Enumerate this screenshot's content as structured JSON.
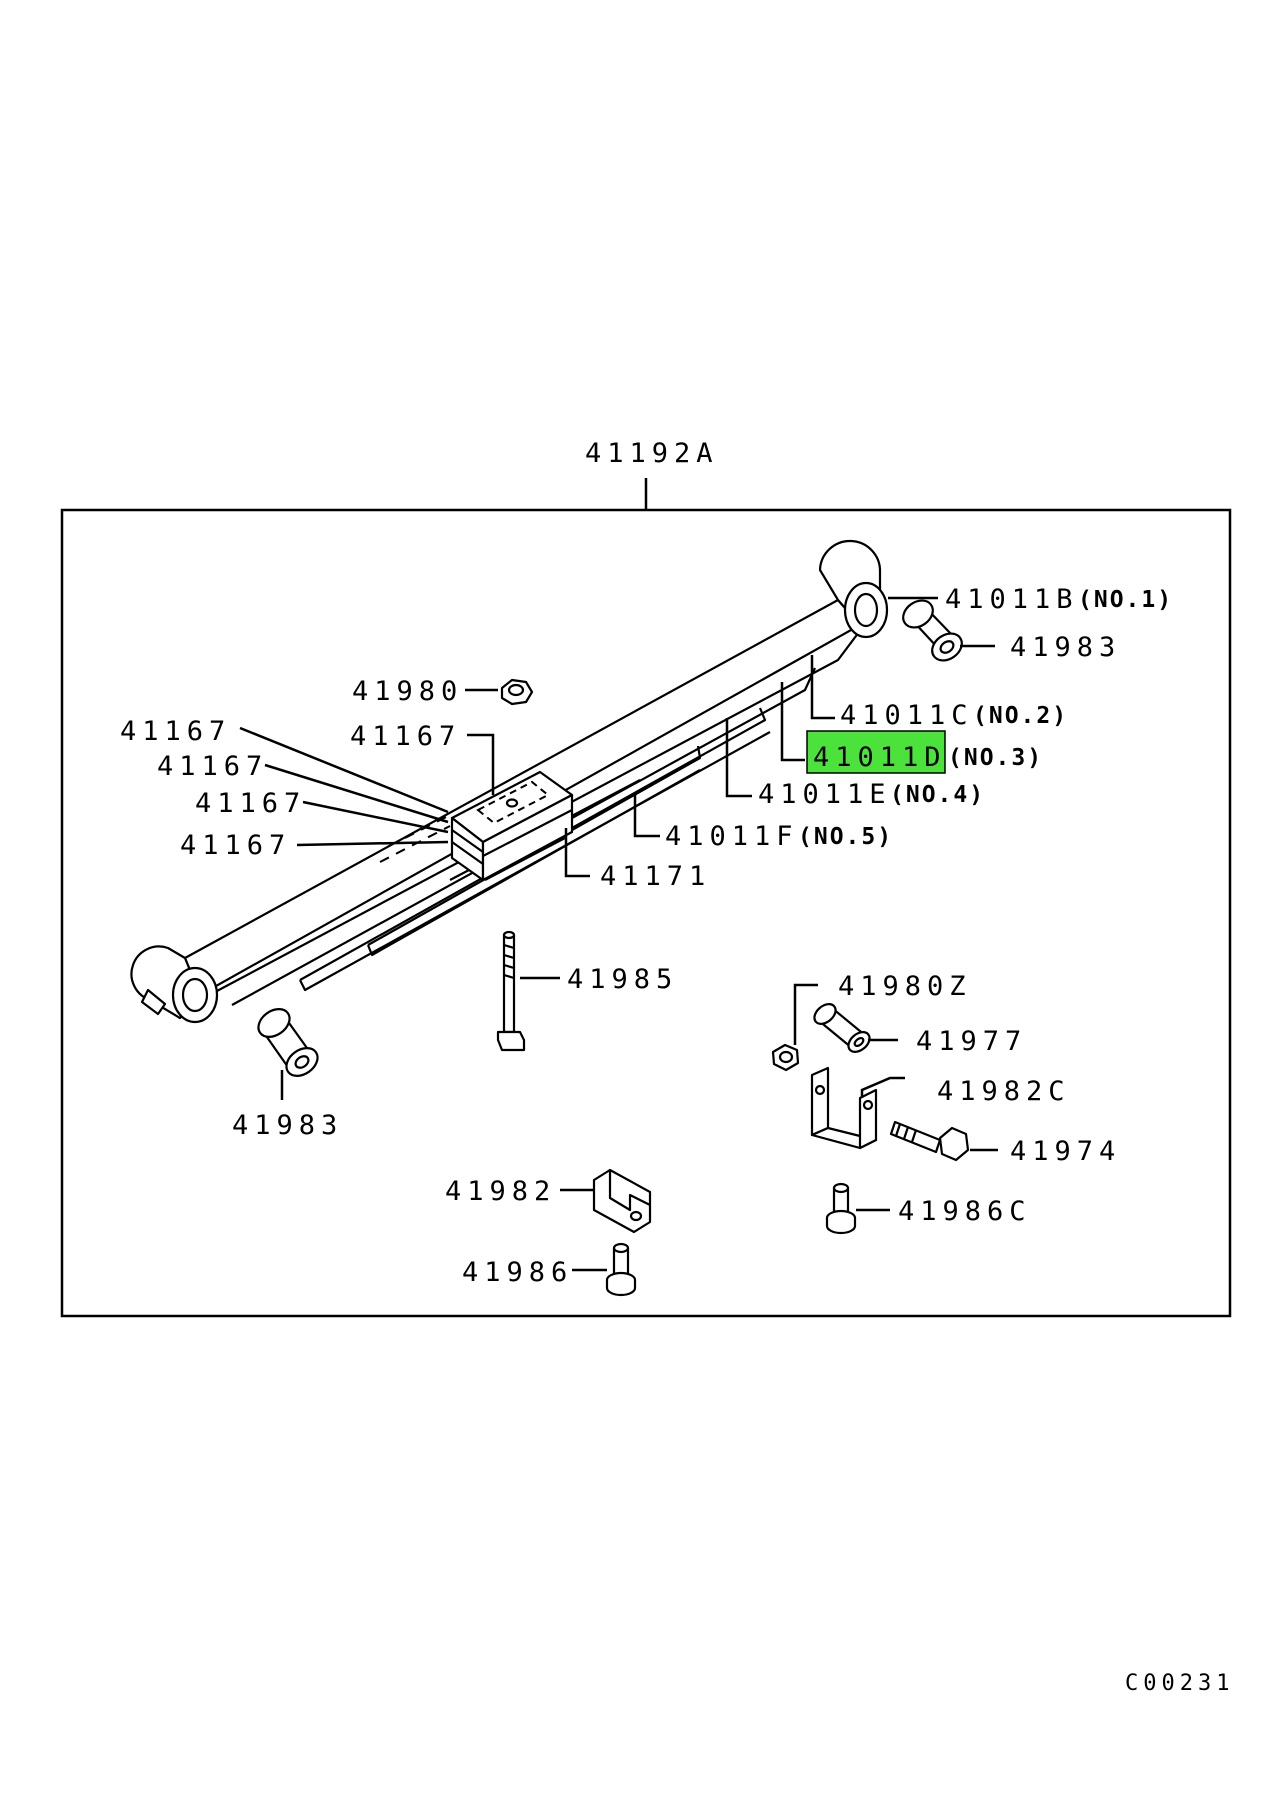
{
  "callouts": {
    "assembly": "41192A",
    "leaf1": "41011B",
    "leaf1_no": "(NO.1)",
    "leaf2": "41011C",
    "leaf2_no": "(NO.2)",
    "leaf3": "41011D",
    "leaf3_no": "(NO.3)",
    "leaf4": "41011E",
    "leaf4_no": "(NO.4)",
    "leaf5": "41011F",
    "leaf5_no": "(NO.5)",
    "bushing_right": "41983",
    "bushing_left": "41983",
    "nut_top": "41980",
    "clip_a": "41167",
    "clip_b": "41167",
    "clip_c": "41167",
    "clip_d": "41167",
    "clip_e": "41167",
    "spacer": "41171",
    "center_bolt": "41985",
    "nut_z": "41980Z",
    "sleeve": "41977",
    "bracket_c": "41982C",
    "bolt": "41974",
    "clamp": "41982",
    "screw": "41986",
    "screw_c": "41986C"
  },
  "highlight": {
    "target": "41011D",
    "color": "#4ce23c"
  },
  "footer": {
    "code": "C00231"
  }
}
